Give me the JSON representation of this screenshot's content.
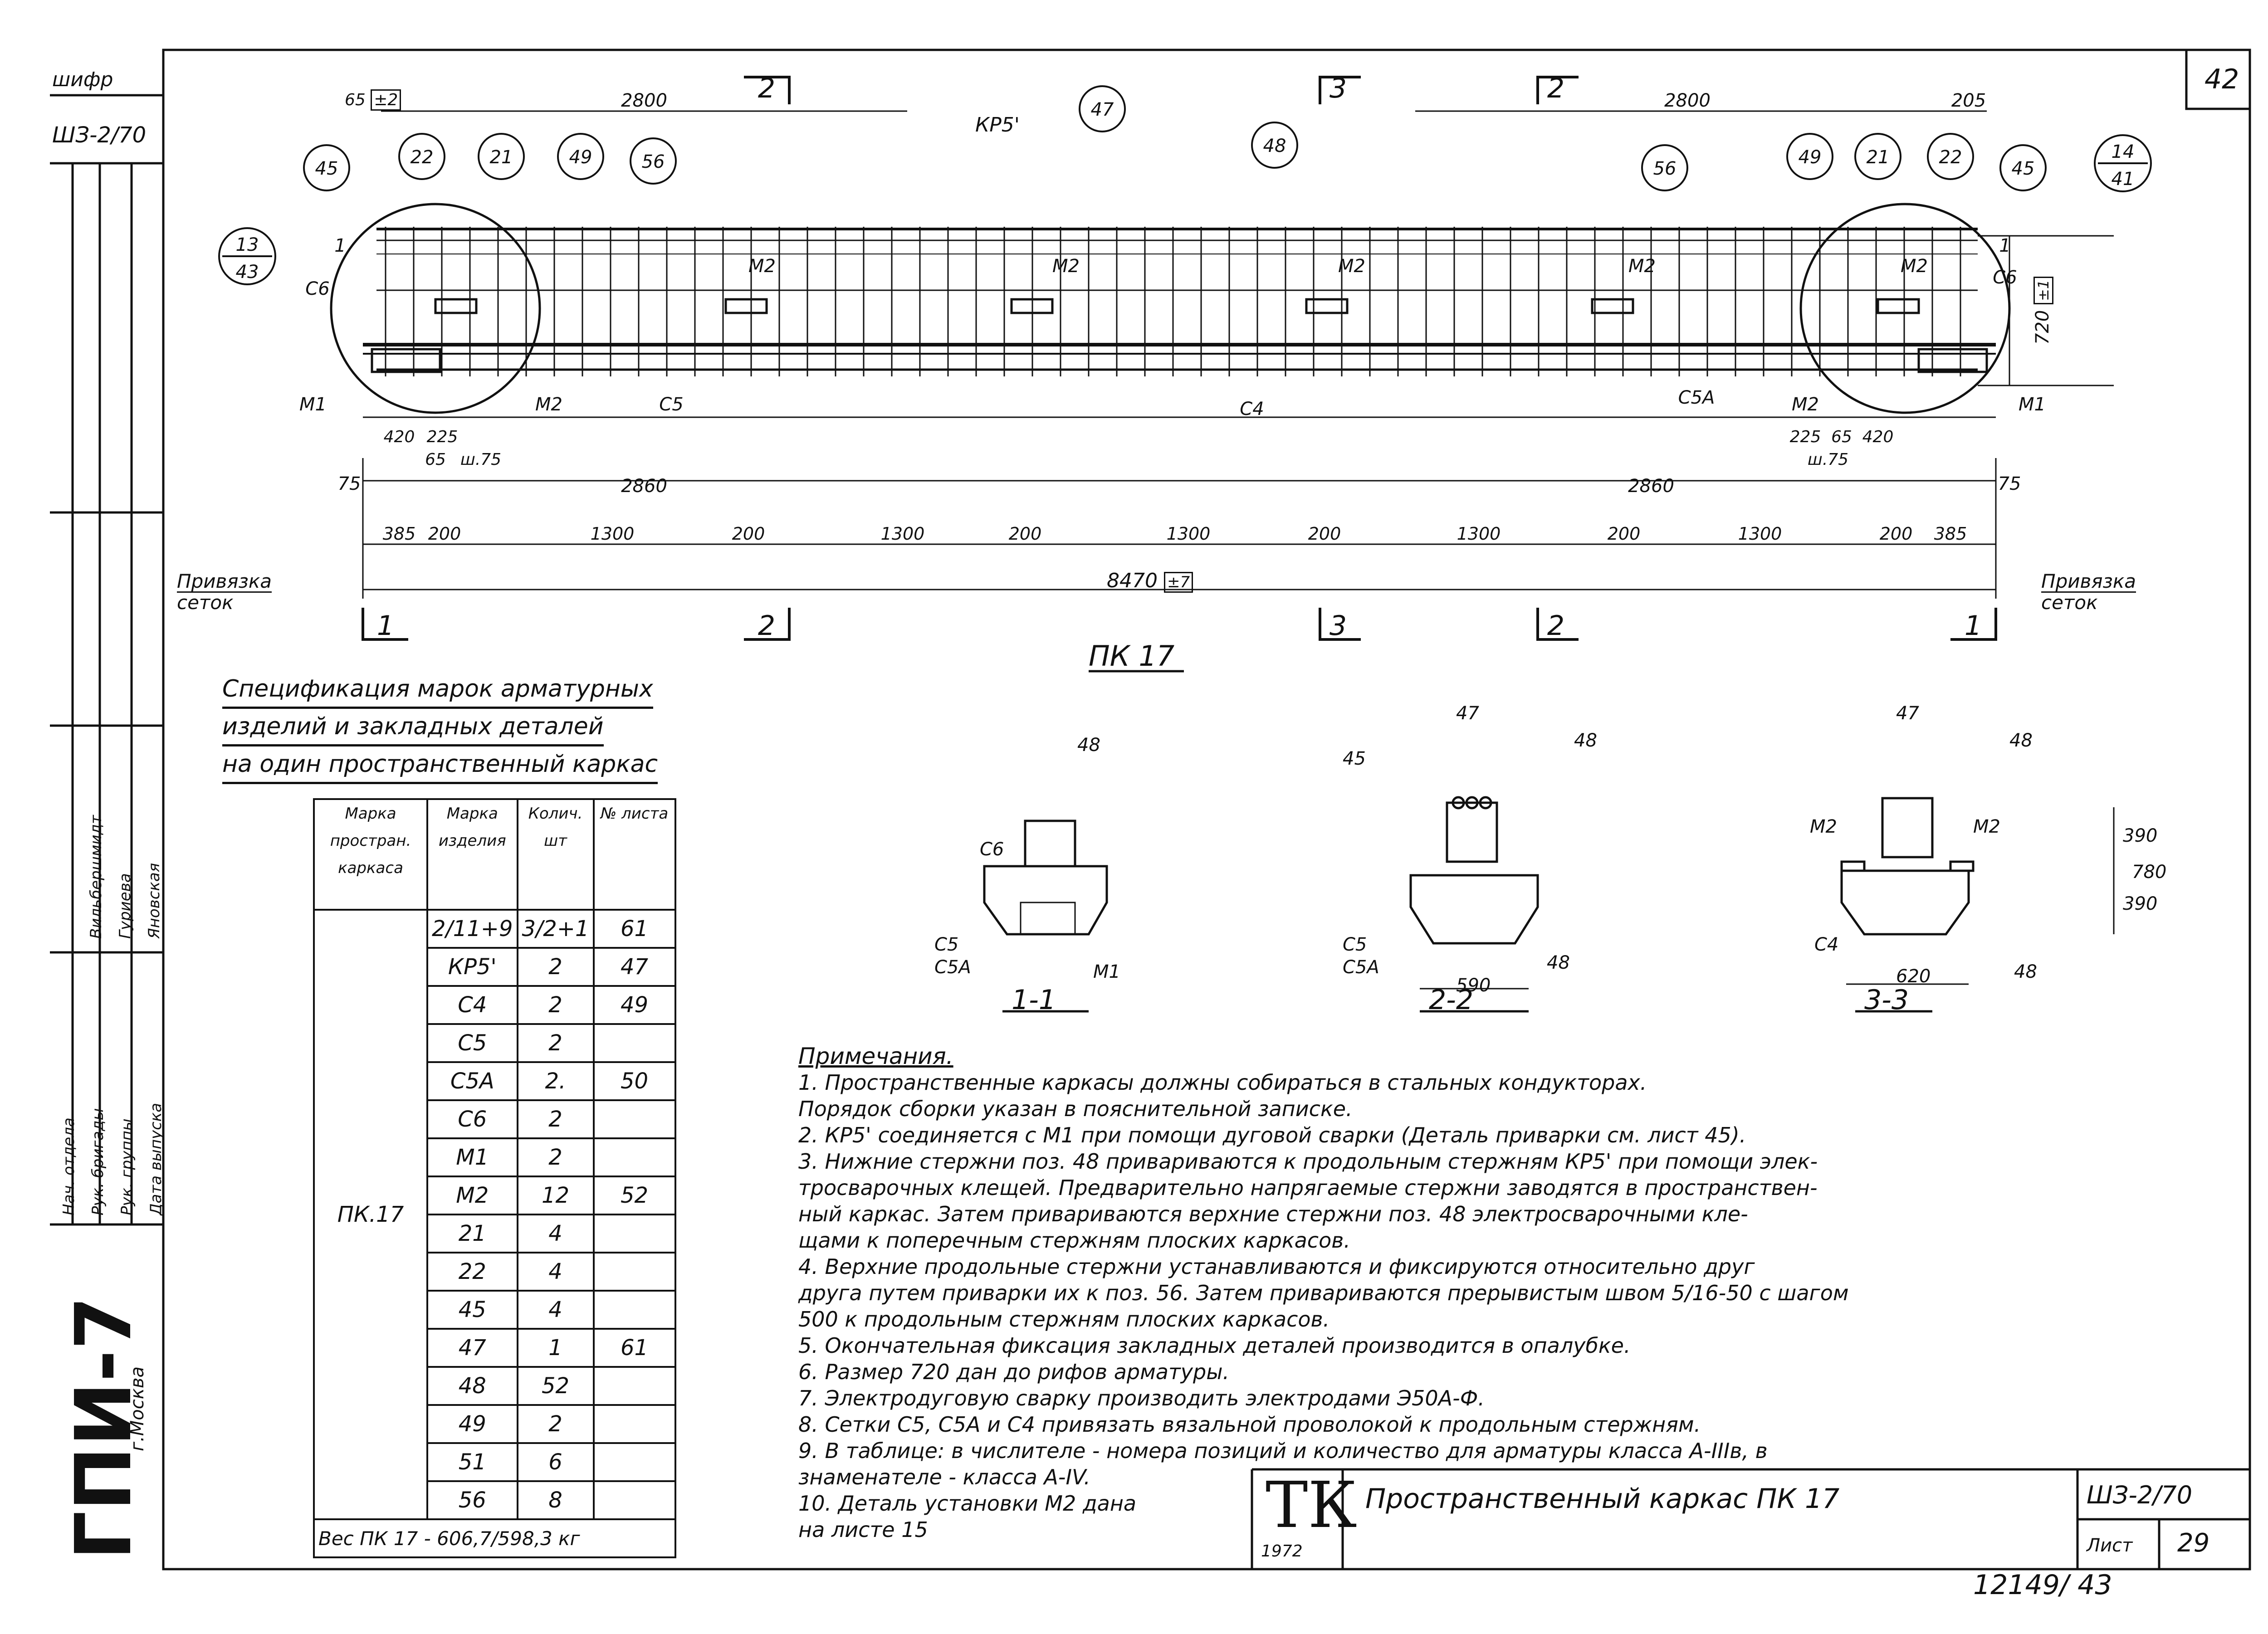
{
  "sheet": {
    "corner_number": "42",
    "top_left_label1": "шифр",
    "top_left_label2": "ШЗ-2/70",
    "stamp_vertical": "ГПИ-7",
    "city": "г.Москва",
    "bottom_number": "12149/ 43",
    "side_roles": [
      "Нач. отдела",
      "Рук. бригады",
      "Рук. группы",
      "Дата выпуска"
    ],
    "side_names": [
      "Вильбершмидт",
      "Гуриева",
      "Яновская"
    ]
  },
  "elevation": {
    "dims_top": [
      "65",
      "2800",
      "2800",
      "205"
    ],
    "dims_bottom_row1": [
      "420",
      "225",
      "65",
      "ш.75",
      "225",
      "65",
      "420",
      "ш.75"
    ],
    "dims_bottom_row2": [
      "75",
      "2860",
      "2860",
      "75"
    ],
    "dims_bottom_row3": [
      "385",
      "200",
      "1300",
      "200",
      "1300",
      "200",
      "1300",
      "200",
      "1300",
      "200",
      "1300",
      "200",
      "385"
    ],
    "overall": "8470",
    "tol": "±7",
    "tol_top": "±2",
    "height": "720",
    "tol_h": "±1",
    "labels_bottom": [
      "M1",
      "M2",
      "C5",
      "C4",
      "C5A",
      "M2",
      "M1"
    ],
    "labels_mid": [
      "M2",
      "M2",
      "M2",
      "M2",
      "M2"
    ],
    "side_labels": [
      "C6",
      "C6",
      "1",
      "1"
    ],
    "kp_label": "КР5'",
    "binding_left": [
      "Привязка",
      "сеток"
    ],
    "binding_right": [
      "Привязка",
      "сеток"
    ],
    "callouts": [
      "45",
      "22",
      "21",
      "49",
      "56",
      "47",
      "48",
      "56",
      "49",
      "21",
      "22",
      "45"
    ],
    "detail_left": [
      "13",
      "43"
    ],
    "detail_right": [
      "14",
      "41"
    ],
    "section_marks_top": [
      "2",
      "3",
      "2"
    ],
    "section_marks_bottom": [
      "1",
      "2",
      "3",
      "2",
      "1"
    ]
  },
  "title_main": "ПК 17",
  "spec": {
    "title_lines": [
      "Спецификация марок арматурных",
      "изделий и закладных деталей",
      "на один пространственный каркас"
    ],
    "headers": [
      "Марка простран. каркаса",
      "Марка изделия",
      "Колич. шт",
      "№ листа"
    ],
    "frame": "ПК.17",
    "rows": [
      {
        "mark": "2/11+9",
        "qty": "3/2+1",
        "sheet": "61"
      },
      {
        "mark": "КР5'",
        "qty": "2",
        "sheet": "47"
      },
      {
        "mark": "C4",
        "qty": "2",
        "sheet": "49"
      },
      {
        "mark": "C5",
        "qty": "2",
        "sheet": ""
      },
      {
        "mark": "C5A",
        "qty": "2.",
        "sheet": "50"
      },
      {
        "mark": "C6",
        "qty": "2",
        "sheet": ""
      },
      {
        "mark": "M1",
        "qty": "2",
        "sheet": ""
      },
      {
        "mark": "M2",
        "qty": "12",
        "sheet": "52"
      },
      {
        "mark": "21",
        "qty": "4",
        "sheet": ""
      },
      {
        "mark": "22",
        "qty": "4",
        "sheet": ""
      },
      {
        "mark": "45",
        "qty": "4",
        "sheet": ""
      },
      {
        "mark": "47",
        "qty": "1",
        "sheet": "61"
      },
      {
        "mark": "48",
        "qty": "52",
        "sheet": ""
      },
      {
        "mark": "49",
        "qty": "2",
        "sheet": ""
      },
      {
        "mark": "51",
        "qty": "6",
        "sheet": ""
      },
      {
        "mark": "56",
        "qty": "8",
        "sheet": ""
      }
    ],
    "weight": "Вес ПК 17 - 606,7/598,3 кг"
  },
  "sections": [
    {
      "title": "1-1",
      "labels": [
        "48",
        "C6",
        "C5",
        "C5A",
        "M1"
      ]
    },
    {
      "title": "2-2",
      "labels": [
        "47",
        "45",
        "48",
        "C5",
        "C5A",
        "48",
        "590"
      ]
    },
    {
      "title": "3-3",
      "labels": [
        "47",
        "48",
        "M2",
        "M2",
        "C4",
        "48",
        "620",
        "390",
        "390",
        "780"
      ]
    }
  ],
  "notes": {
    "header": "Примечания.",
    "items": [
      "1. Пространственные каркасы должны собираться в стальных кондукторах.",
      "   Порядок сборки указан в пояснительной записке.",
      "2. КР5' соединяется с М1 при помощи дуговой сварки (Деталь приварки см. лист 45).",
      "3. Нижние стержни поз. 48 привариваются к продольным стержням КР5' при помощи элек-",
      "   тросварочных клещей. Предварительно напрягаемые стержни заводятся в пространствен-",
      "   ный каркас. Затем привариваются верхние стержни поз. 48 электросварочными кле-",
      "   щами к поперечным стержням плоских каркасов.",
      "4. Верхние продольные стержни устанавливаются и фиксируются относительно друг",
      "   друга путем приварки их к поз. 56. Затем привариваются прерывистым швом 5/16-50 с шагом",
      "   500 к продольным стержням плоских каркасов.",
      "5. Окончательная фиксация закладных деталей производится в опалубке.",
      "6. Размер 720 дан до рифов арматуры.",
      "7. Электродуговую сварку производить электродами Э50А-Ф.",
      "8. Сетки С5, С5А и С4 привязать вязальной проволокой к продольным стержням.",
      "9. В таблице: в числителе - номера позиций и количество для арматуры класса А-IIIв, в",
      "   знаменателе - класса А-IV.",
      "10. Деталь установки М2 дана",
      "    на листе 15"
    ]
  },
  "title_block": {
    "logo": "ТК",
    "year": "1972",
    "name": "Пространственный каркас ПК 17",
    "code": "ШЗ-2/70",
    "sheet_label": "Лист",
    "sheet_no": "29"
  }
}
